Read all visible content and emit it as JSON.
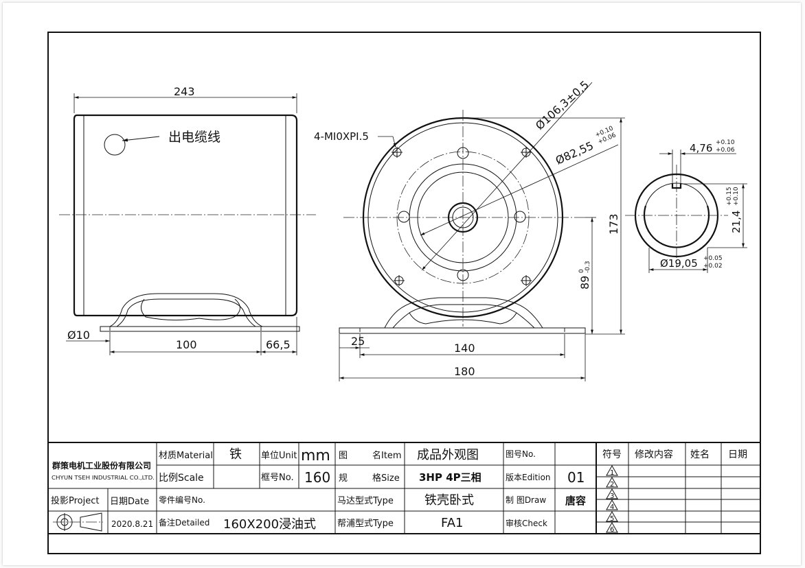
{
  "drawing": {
    "side_view": {
      "overall_length": "243",
      "cable_note": "出电缆线",
      "hole_dia": "Ø10",
      "hole_spacing": "100",
      "foot_offset": "66,5"
    },
    "front_view": {
      "thread_note": "4-MI0XPI.5",
      "flange_dia": "Ø106,3±0,5",
      "pilot_dia": "Ø82,55",
      "pilot_tol_upper": "+0.10",
      "pilot_tol_lower": "+0.06",
      "overall_height": "173",
      "center_height": "89",
      "center_height_tol_upper": "0",
      "center_height_tol_lower": "-0.3",
      "foot_edge": "25",
      "foot_hole_spacing": "140",
      "foot_width": "180"
    },
    "shaft_view": {
      "key_width": "4,76",
      "key_width_tol_upper": "+0.10",
      "key_width_tol_lower": "+0.06",
      "key_height": "21,4",
      "key_height_tol_upper": "+0.15",
      "key_height_tol_lower": "+0.10",
      "shaft_dia": "Ø19,05",
      "shaft_dia_tol_upper": "+0.05",
      "shaft_dia_tol_lower": "+0.02"
    }
  },
  "title_block": {
    "company_cn": "群策电机工业股份有限公司",
    "company_en": "CHYUN TSEH INDUSTRIAL CO.,LTD.",
    "projection_label": "投影Project",
    "date_label": "日期Date",
    "date_value": "2020.8.21",
    "material_label": "材质Material",
    "material_value": "铁",
    "unit_label": "单位Unit",
    "unit_value": "mm",
    "scale_label": "比例Scale",
    "frame_label": "框号No.",
    "frame_value": "160",
    "part_no_label": "零件编号No.",
    "remark_label": "备注Detailed",
    "remark_value": "160X200浸油式",
    "item_label_a": "图",
    "item_label_b": "名Item",
    "item_value": "成品外观图",
    "size_label_a": "规",
    "size_label_b": "格Size",
    "size_value": "3HP 4P三相",
    "motor_type_label": "马达型式Type",
    "motor_type_value": "铁壳卧式",
    "pump_type_label": "帮浦型式Type",
    "pump_type_value": "FA1",
    "drawing_no_label": "图号No.",
    "edition_label": "版本Edition",
    "edition_value": "01",
    "draw_label": "制 图Draw",
    "draw_value": "唐容",
    "check_label": "审核Check",
    "rev_symbol_header": "符号",
    "rev_content_header": "修改内容",
    "rev_name_header": "姓名",
    "rev_date_header": "日期",
    "rev_marks": [
      "1",
      "2",
      "3",
      "4",
      "5",
      "6"
    ]
  }
}
